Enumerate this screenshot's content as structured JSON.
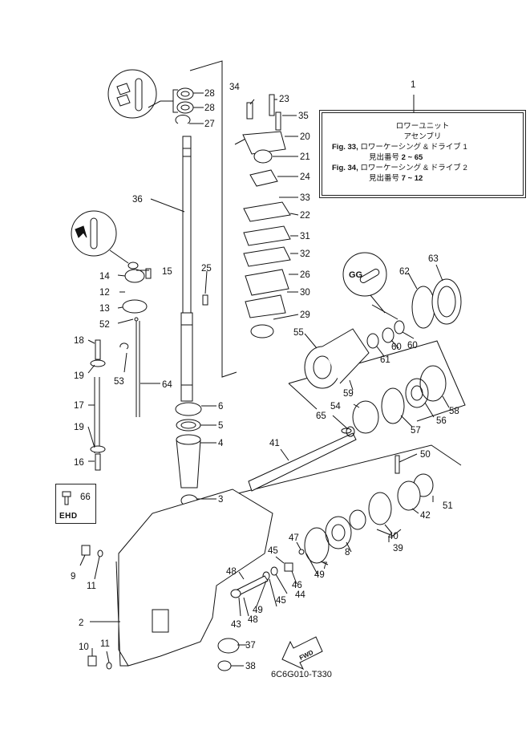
{
  "legend": {
    "part_number": "1",
    "title_line1": "ロワーユニット",
    "title_line2": "アセンブリ",
    "fig1_ref": "Fig. 33,",
    "fig1_title": "ロワーケーシング & ドライブ 1",
    "fig1_range_label": "見出番号",
    "fig1_range": "2 ~ 65",
    "fig2_ref": "Fig. 34,",
    "fig2_title": "ロワーケーシング & ドライブ 2",
    "fig2_range_label": "見出番号",
    "fig2_range": "7 ~ 12"
  },
  "inset": {
    "label": "EHD",
    "part": "66"
  },
  "drawing_code": "6C6G010-T330",
  "fwd_label": "FWD",
  "callouts": [
    "28",
    "28",
    "27",
    "34",
    "23",
    "35",
    "20",
    "21",
    "24",
    "33",
    "22",
    "31",
    "32",
    "26",
    "30",
    "29",
    "36",
    "25",
    "15",
    "14",
    "12",
    "13",
    "52",
    "18",
    "19",
    "53",
    "64",
    "17",
    "19",
    "16",
    "66",
    "6",
    "5",
    "4",
    "3",
    "9",
    "11",
    "2",
    "10",
    "11",
    "48",
    "48",
    "43",
    "37",
    "38",
    "45",
    "47",
    "46",
    "44",
    "49",
    "45",
    "49",
    "7",
    "8",
    "39",
    "40",
    "42",
    "51",
    "50",
    "41",
    "65",
    "54",
    "57",
    "56",
    "58",
    "55",
    "59",
    "61",
    "60",
    "60",
    "62",
    "63"
  ],
  "icons": [
    "grease-symbol-upper",
    "grease-symbol-lower",
    "grease-symbol-right"
  ]
}
